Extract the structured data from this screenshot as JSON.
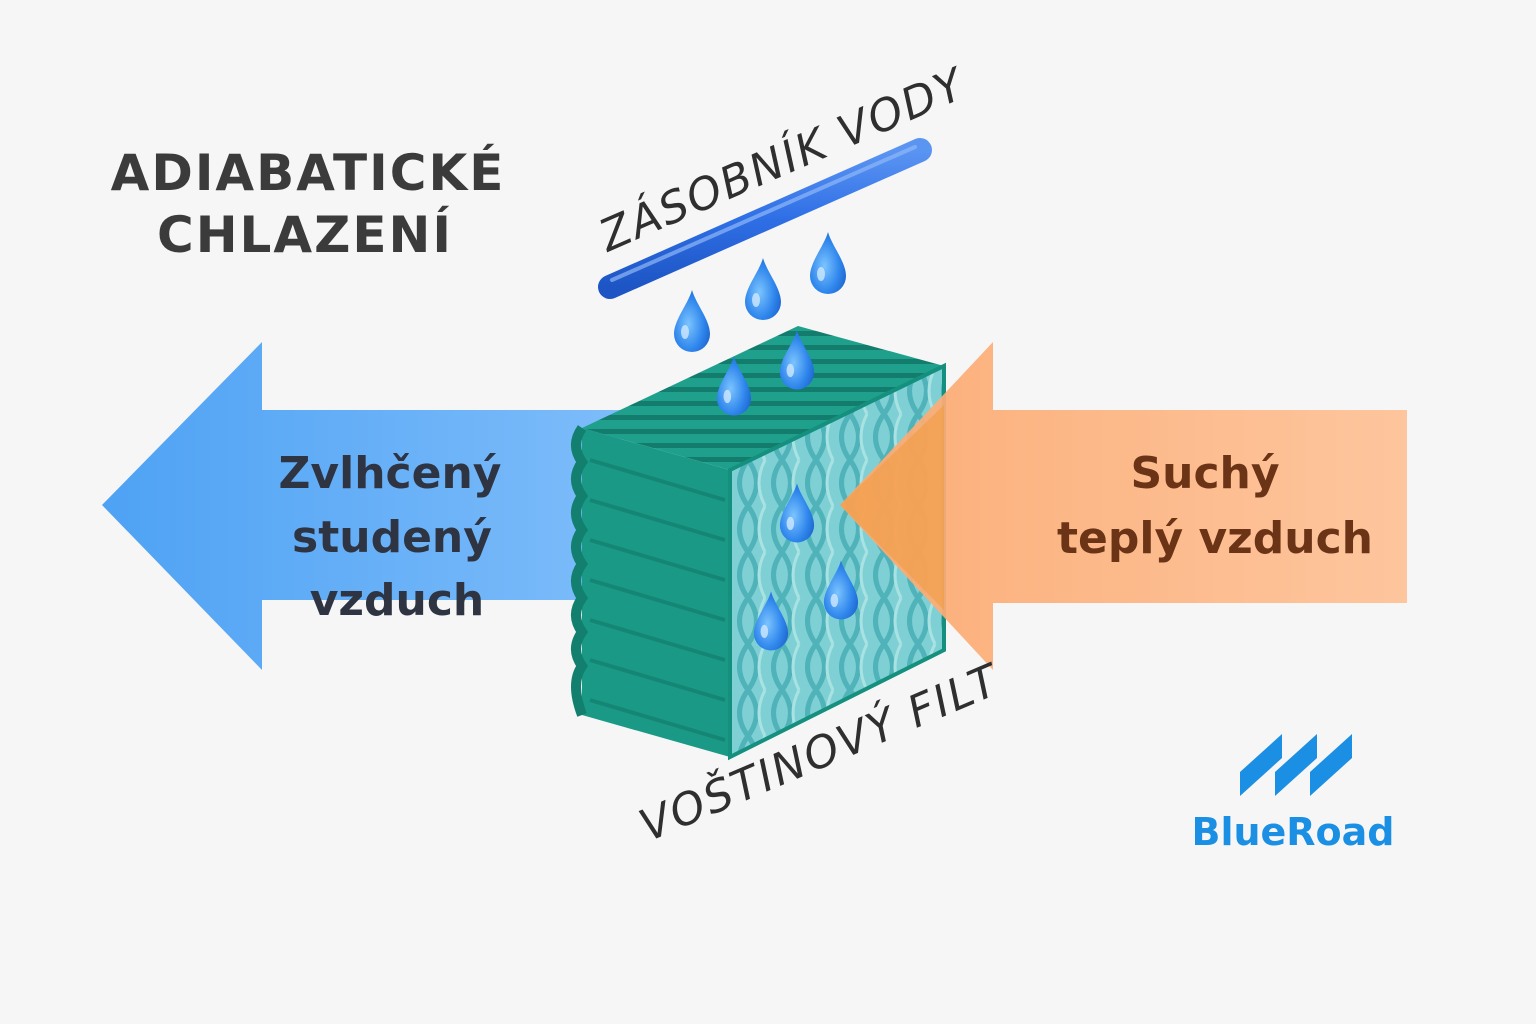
{
  "title": {
    "line1": "ADIABATICKÉ",
    "line2": "CHLAZENÍ"
  },
  "water_tank": {
    "label": "ZÁSOBNÍK VODY"
  },
  "filter": {
    "label": "VOŠTINOVÝ FILT"
  },
  "cold_air": {
    "line1": "Zvlhčený",
    "line2": "studený",
    "line3": "vzduch"
  },
  "warm_air": {
    "line1": "Suchý",
    "line2": "teplý vzduch"
  },
  "logo": {
    "name": "BlueRoad"
  },
  "colors": {
    "cold_arrow": "#5aaaf7",
    "warm_arrow": "#fdb37f",
    "filter_dark": "#1a9a86",
    "filter_light": "#7fd0d4",
    "water_pipe": "#2f6fe6",
    "water_drop": "#2f86ec",
    "logo": "#1a8fe3"
  },
  "icons": [
    "water-drop-icon",
    "blueroad-logo-icon"
  ]
}
